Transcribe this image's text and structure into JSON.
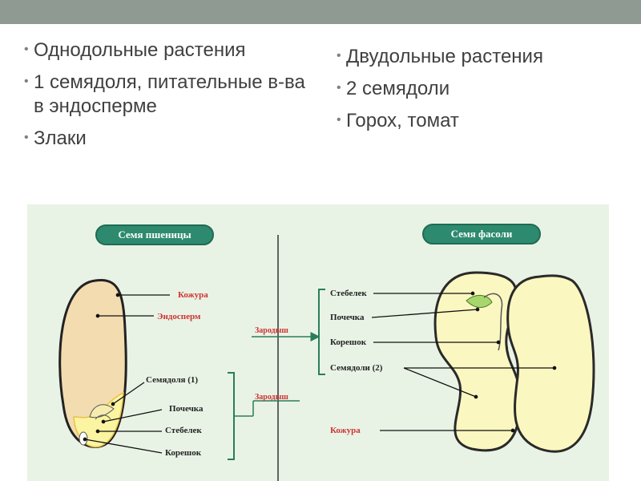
{
  "slide": {
    "left_column": [
      {
        "text": "Однодольные растения"
      },
      {
        "text": "1 семядоля, питательные в-ва в эндосперме"
      },
      {
        "text": "Злаки"
      }
    ],
    "right_column": [
      {
        "text": "Двудольные растения"
      },
      {
        "text": "2 семядоли"
      },
      {
        "text": "Горох, томат"
      }
    ]
  },
  "diagram": {
    "wheat": {
      "title": "Семя пшеницы",
      "labels": {
        "coat": "Кожура",
        "endosperm": "Эндосперм",
        "cotyledon": "Семядоля (1)",
        "bud": "Почечка",
        "stem": "Стебелек",
        "root": "Корешок"
      },
      "embryo_label": "Зародыш"
    },
    "bean": {
      "title": "Семя фасоли",
      "labels": {
        "stem": "Стебелек",
        "bud": "Почечка",
        "root": "Корешок",
        "cotyledons": "Семядоли (2)",
        "coat": "Кожура"
      },
      "embryo_label": "Зародыш"
    },
    "colors": {
      "panel": "#e9f3e5",
      "title_box": "#2d8a6e",
      "endosperm": "#f3dcb0",
      "bean_cotyledon": "#fbf7c0",
      "bracket": "#2a7d5a",
      "red_label": "#cc3333"
    }
  }
}
